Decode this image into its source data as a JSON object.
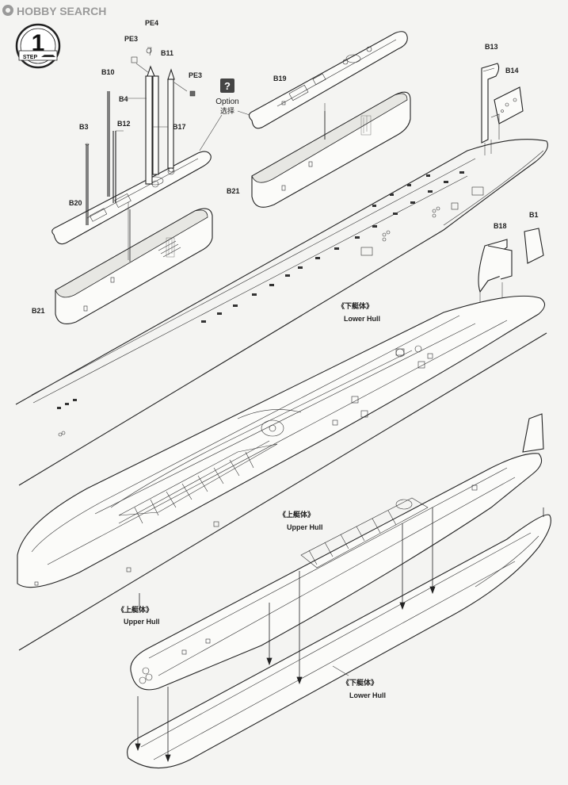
{
  "watermark": {
    "brand": "HOBBY SEARCH"
  },
  "step": {
    "number": "1",
    "word": "STEP"
  },
  "option": {
    "symbol": "?",
    "label_en": "Option",
    "label_cn": "选择"
  },
  "parts": {
    "pe4": "PE4",
    "pe3_left": "PE3",
    "pe3_right": "PE3",
    "b11": "B11",
    "b10": "B10",
    "b4": "B4",
    "b3": "B3",
    "b12": "B12",
    "b17": "B17",
    "b20": "B20",
    "b21_left": "B21",
    "b21_right": "B21",
    "b19": "B19",
    "b13": "B13",
    "b14": "B14",
    "b18": "B18",
    "b1": "B1"
  },
  "captions": {
    "lower_hull_cn": "《下艇体》",
    "lower_hull_en": "Lower Hull",
    "upper_hull_cn": "《上艇体》",
    "upper_hull_en": "Upper Hull",
    "upper_hull2_cn": "《上艇体》",
    "upper_hull2_en": "Upper Hull",
    "lower_hull2_cn": "《下艇体》",
    "lower_hull2_en": "Lower Hull"
  }
}
